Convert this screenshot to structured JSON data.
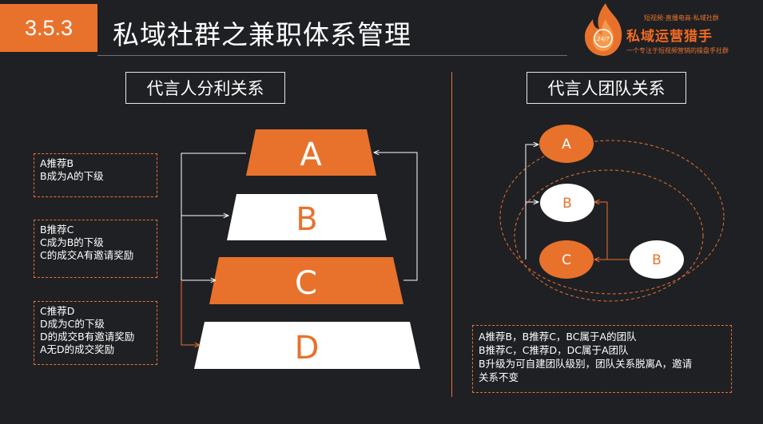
{
  "header": {
    "section_number": "3.5.3",
    "title": "私域社群之兼职体系管理"
  },
  "logo": {
    "top_text": "短视频-直播电商-私域社群",
    "brand_name": "私域运营猎手",
    "flame_text": "24/7",
    "bottom_text": "一个专注于短视频营销的操盘手社群"
  },
  "left_panel": {
    "title": "代言人分利关系",
    "pyramid": [
      {
        "label": "A",
        "color": "#e8722c"
      },
      {
        "label": "B",
        "color": "#ffffff"
      },
      {
        "label": "C",
        "color": "#e8722c"
      },
      {
        "label": "D",
        "color": "#ffffff"
      }
    ],
    "notes": [
      {
        "lines": [
          "A推荐B",
          "B成为A的下级"
        ]
      },
      {
        "lines": [
          "B推荐C",
          "C成为B的下级",
          "C的成交A有邀请奖励"
        ]
      },
      {
        "lines": [
          "C推荐D",
          "D成为C的下级",
          "D的成交B有邀请奖励",
          "A无D的成交奖励"
        ]
      }
    ]
  },
  "right_panel": {
    "title": "代言人团队关系",
    "nodes": {
      "a": "A",
      "b_inner": "B",
      "c": "C",
      "b_outer": "B"
    },
    "note_lines": [
      "A推荐B，B推荐C，BC属于A的团队",
      "B推荐C，C推荐D，DC属于A团队",
      "B升级为可自建团队级别，团队关系脱离A，邀请",
      "关系不变"
    ]
  },
  "colors": {
    "accent": "#e8722c",
    "background": "#1f2024",
    "text": "#ffffff"
  }
}
